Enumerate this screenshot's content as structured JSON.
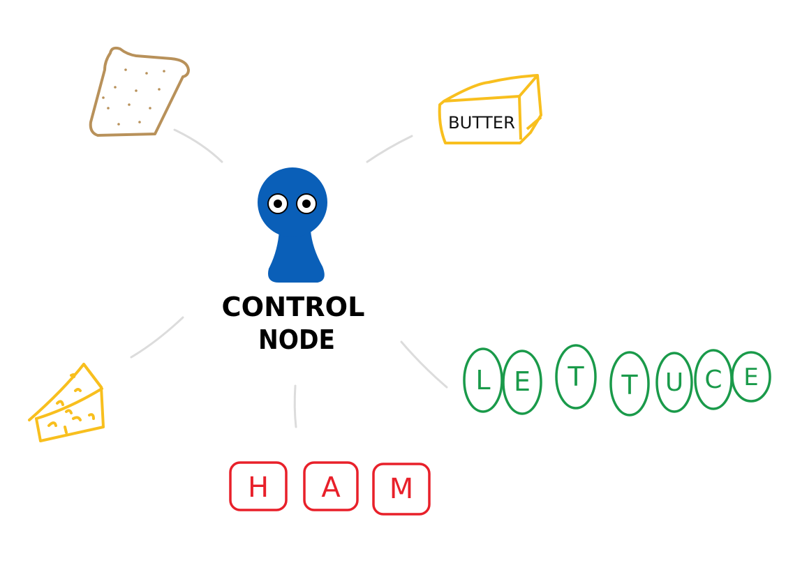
{
  "center": {
    "label_line1": "CONTROL",
    "label_line2": "NODE"
  },
  "nodes": {
    "bread": {
      "name": "bread"
    },
    "butter": {
      "label": "BUTTER"
    },
    "cheese": {
      "name": "cheese"
    },
    "ham": {
      "letters": [
        "H",
        "A",
        "M"
      ]
    },
    "lettuce": {
      "letters": [
        "L",
        "E",
        "T",
        "T",
        "U",
        "C",
        "E"
      ]
    }
  },
  "colors": {
    "bread": "#b8915a",
    "butter": "#f8bf1e",
    "cheese": "#f8bf1e",
    "ham": "#e8202a",
    "lettuce": "#1a9a4a",
    "control_node": "#0a5fb8",
    "connector": "#dddddd"
  }
}
